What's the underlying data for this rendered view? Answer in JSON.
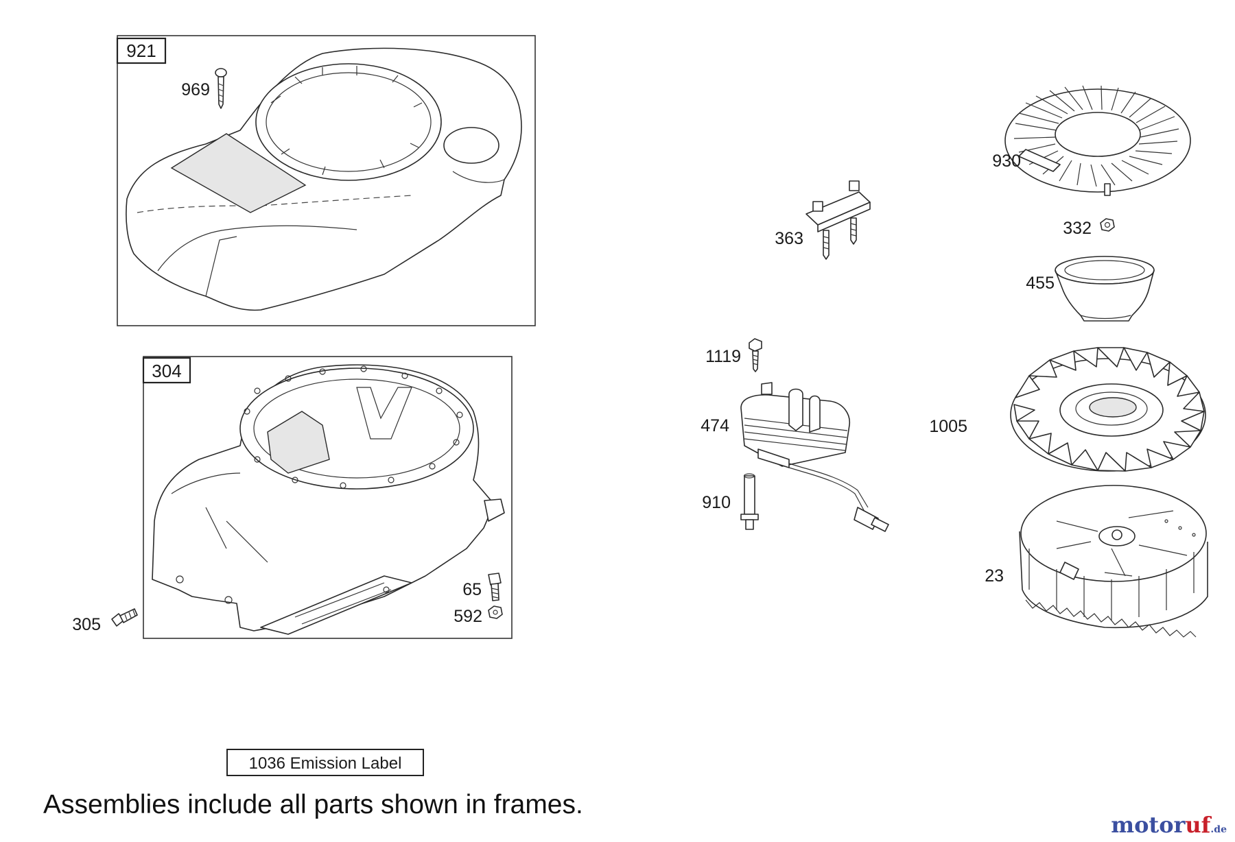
{
  "frames": {
    "blower_upper": {
      "number": "921"
    },
    "blower_lower": {
      "number": "304"
    }
  },
  "callouts": {
    "c969": "969",
    "c305": "305",
    "c65": "65",
    "c592": "592",
    "c363": "363",
    "c1119": "1119",
    "c474": "474",
    "c910": "910",
    "c930": "930",
    "c332": "332",
    "c455": "455",
    "c1005": "1005",
    "c23": "23"
  },
  "emission_label": "1036 Emission Label",
  "footnote": "Assemblies include all parts shown in frames.",
  "watermark": {
    "brand_main": "motoruf",
    "brand_tld": ".de"
  },
  "colors": {
    "watermark_blue": "#3b4fa0",
    "watermark_red": "#c8202a",
    "line": "#2a2a2a"
  }
}
